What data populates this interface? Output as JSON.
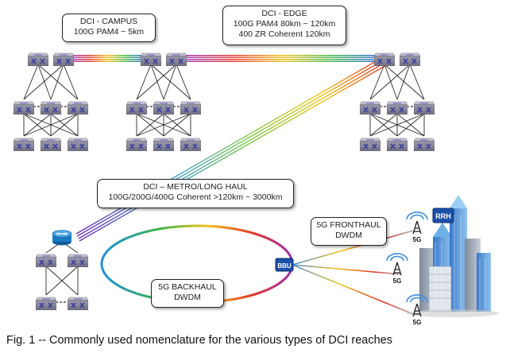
{
  "callouts": {
    "campus": {
      "line1": "DCI - CAMPUS",
      "line2": "100G PAM4 ~ 5km"
    },
    "edge": {
      "line1": "DCI - EDGE",
      "line2": "100G PAM4 80km ~ 120km",
      "line3": "400 ZR Coherent 120km"
    },
    "metro": {
      "line1": "DCI – METRO/LONG HAUL",
      "line2": "100G/200G/400G Coherent >120km ~ 3000km"
    },
    "fronthaul": {
      "line1": "5G FRONTHAUL",
      "line2": "DWDM"
    },
    "backhaul": {
      "line1": "5G BACKHAUL",
      "line2": "DWDM"
    }
  },
  "labels": {
    "bbu": "BBU",
    "rrh": "RRH",
    "tower1": "5G",
    "tower2": "5G",
    "tower3": "5G"
  },
  "caption": "Fig. 1 -- Commonly used nomenclature for the various types of DCI reaches",
  "icons": [
    "switch-icon",
    "router-icon",
    "cell-tower-icon",
    "city-buildings-icon"
  ]
}
